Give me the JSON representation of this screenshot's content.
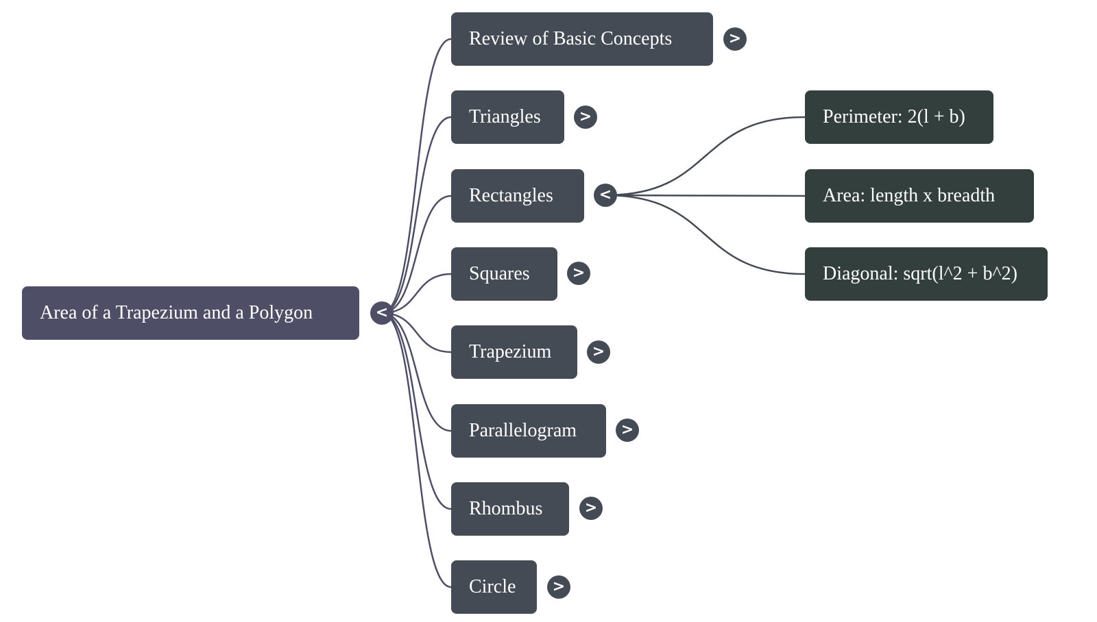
{
  "mindmap": {
    "root": {
      "label": "Area of a Trapezium and a Polygon",
      "toggle": "<",
      "expanded": true
    },
    "children": [
      {
        "label": "Review of Basic Concepts",
        "toggle": ">",
        "expanded": false
      },
      {
        "label": "Triangles",
        "toggle": ">",
        "expanded": false
      },
      {
        "label": "Rectangles",
        "toggle": "<",
        "expanded": true,
        "children": [
          {
            "label": "Perimeter: 2(l + b)"
          },
          {
            "label": "Area: length x breadth"
          },
          {
            "label": "Diagonal: sqrt(l^2 + b^2)"
          }
        ]
      },
      {
        "label": "Squares",
        "toggle": ">",
        "expanded": false
      },
      {
        "label": "Trapezium",
        "toggle": ">",
        "expanded": false
      },
      {
        "label": "Parallelogram",
        "toggle": ">",
        "expanded": false
      },
      {
        "label": "Rhombus",
        "toggle": ">",
        "expanded": false
      },
      {
        "label": "Circle",
        "toggle": ">",
        "expanded": false
      }
    ],
    "colors": {
      "root": "#4e4f66",
      "level1": "#454b55",
      "leaf": "#323f3c",
      "edge_root": "#4e4f66",
      "edge_level1": "#454b55",
      "text": "#ffffff"
    }
  }
}
